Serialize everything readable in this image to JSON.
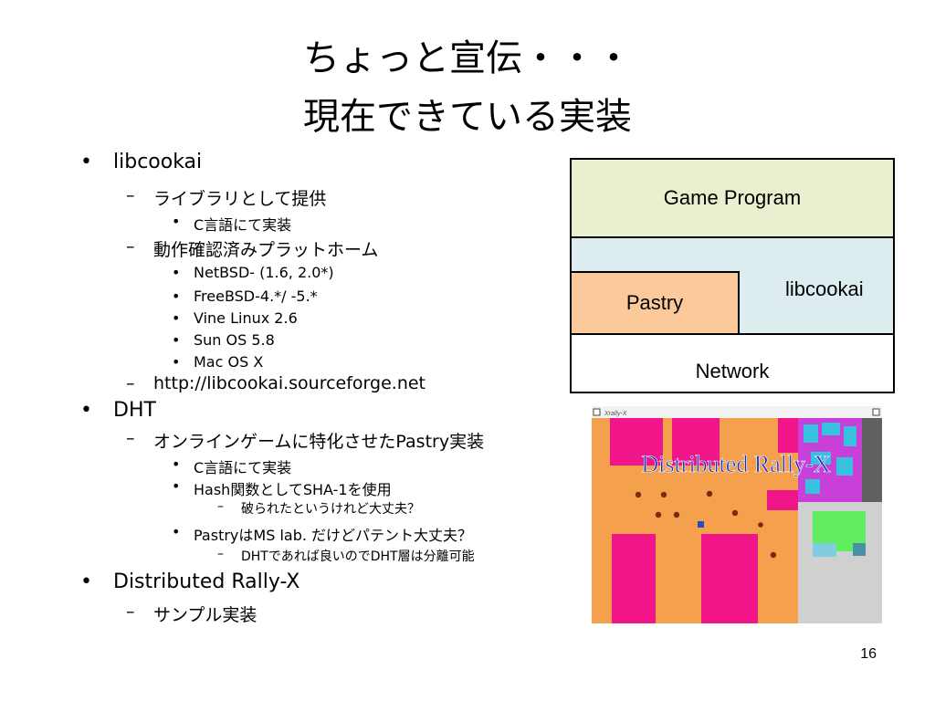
{
  "slide": {
    "title_line1": "ちょっと宣伝・・・",
    "title_line2": "現在できている実装",
    "page_number": "16"
  },
  "bullets": [
    {
      "level": 1,
      "marker": "•",
      "text": "libcookai"
    },
    {
      "level": 2,
      "marker": "–",
      "text": "ライブラリとして提供"
    },
    {
      "level": 3,
      "marker": "•",
      "text": "C言語にて実装"
    },
    {
      "level": 2,
      "marker": "–",
      "text": "動作確認済みプラットホーム"
    },
    {
      "level": 3,
      "marker": "•",
      "text": "NetBSD- (1.6, 2.0*)"
    },
    {
      "level": 3,
      "marker": "•",
      "text": "FreeBSD-4.*/ -5.*"
    },
    {
      "level": 3,
      "marker": "•",
      "text": "Vine Linux 2.6"
    },
    {
      "level": 3,
      "marker": "•",
      "text": "Sun OS 5.8"
    },
    {
      "level": 3,
      "marker": "•",
      "text": "Mac OS X"
    },
    {
      "level": 2,
      "marker": "–",
      "text": "http://libcookai.sourceforge.net"
    },
    {
      "level": 1,
      "marker": "•",
      "text": "DHT"
    },
    {
      "level": 2,
      "marker": "–",
      "text": "オンラインゲームに特化させたPastry実装"
    },
    {
      "level": 3,
      "marker": "•",
      "text": "C言語にて実装"
    },
    {
      "level": 3,
      "marker": "•",
      "text": "Hash関数としてSHA-1を使用"
    },
    {
      "level": 4,
      "marker": "–",
      "text": "破られたというけれど大丈夫？"
    },
    {
      "level": 3,
      "marker": "•",
      "text": "PastryはMS lab. だけどパテント大丈夫？"
    },
    {
      "level": 4,
      "marker": "–",
      "text": "DHTであれば良いのでDHT層は分離可能"
    },
    {
      "level": 1,
      "marker": "•",
      "text": "Distributed Rally-X"
    },
    {
      "level": 2,
      "marker": "–",
      "text": "サンプル実装"
    }
  ],
  "diagram": {
    "game_program": "Game Program",
    "libcookai": "libcookai",
    "pastry": "Pastry",
    "network": "Network",
    "colors": {
      "game": "#e8f0cf",
      "libcookai": "#dcecef",
      "pastry": "#fbc99a",
      "network": "#ffffff"
    }
  },
  "game_window": {
    "title": "Xrally-X",
    "overlay_title": "Distributed Rally-X"
  }
}
